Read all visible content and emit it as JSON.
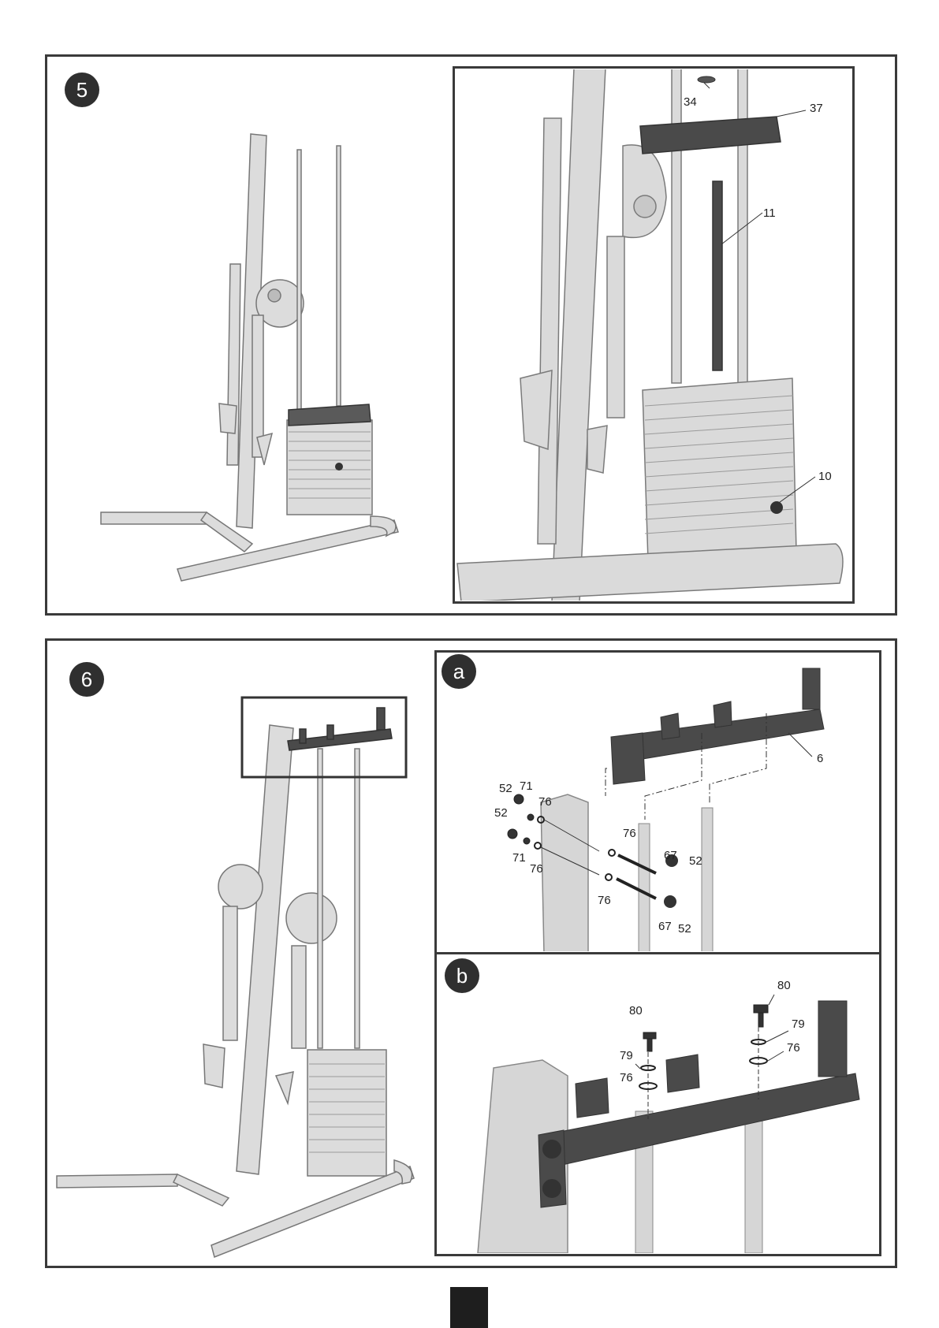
{
  "steps": [
    {
      "number": "5",
      "callouts": [
        "34",
        "37",
        "11",
        "10"
      ]
    },
    {
      "number": "6",
      "subpanels": [
        {
          "letter": "a",
          "callouts": [
            "52",
            "71",
            "76",
            "52",
            "71",
            "76",
            "76",
            "67",
            "52",
            "76",
            "67",
            "52",
            "6"
          ]
        },
        {
          "letter": "b",
          "callouts": [
            "80",
            "80",
            "79",
            "79",
            "76",
            "76"
          ]
        }
      ]
    }
  ],
  "colors": {
    "frame": "#3a3a3a",
    "part_light": "#d4d4d4",
    "part_dark": "#4a4a4a",
    "badge": "#2f2f2f"
  }
}
